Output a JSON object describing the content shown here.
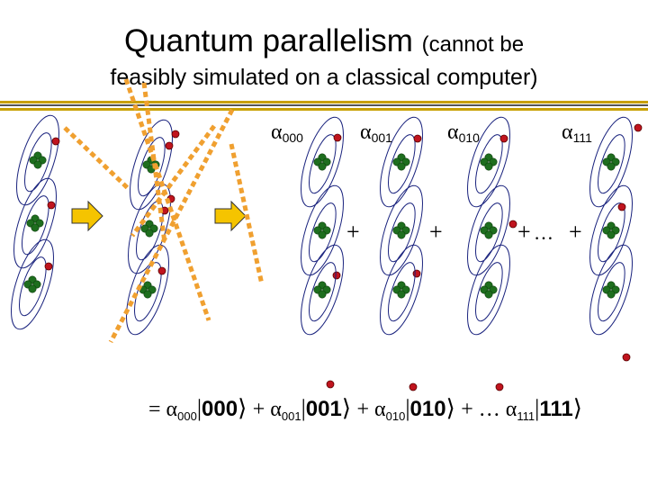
{
  "title": {
    "main": "Quantum parallelism",
    "paren": "(cannot be",
    "line2": "feasibly simulated on a classical computer)"
  },
  "colors": {
    "accent_rule": "#c8a000",
    "orbit": "#1a237e",
    "electron": "#c0141e",
    "nucleus": "#1e6e1e",
    "arrow": "#f5c400",
    "cross": "#f0a030"
  },
  "labels": {
    "alpha": "α",
    "ket_open": "|",
    "ket_close": "⟩",
    "plus": "+",
    "equals": "=",
    "dots": "…",
    "terms": [
      {
        "sub": "000",
        "ket": "000"
      },
      {
        "sub": "001",
        "ket": "001"
      },
      {
        "sub": "010",
        "ket": "010"
      },
      {
        "sub": "111",
        "ket": "111"
      }
    ]
  }
}
